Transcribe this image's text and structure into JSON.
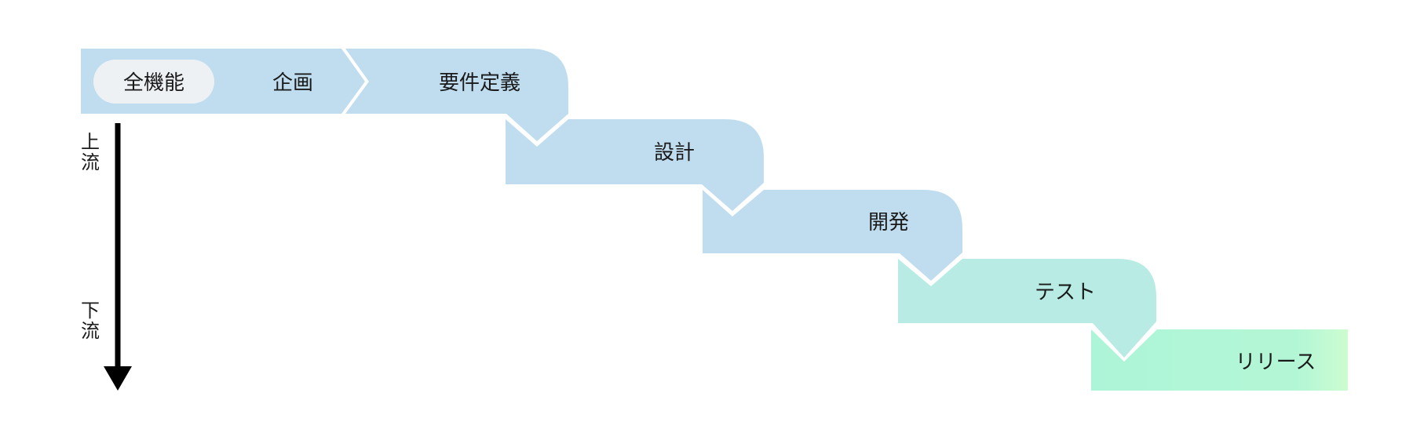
{
  "badge": {
    "label": "全機能"
  },
  "stages": [
    {
      "label": "企画"
    },
    {
      "label": "要件定義"
    },
    {
      "label": "設計"
    },
    {
      "label": "開発"
    },
    {
      "label": "テスト"
    },
    {
      "label": "リリース"
    }
  ],
  "flow": {
    "top_label_chars": [
      "上",
      "流"
    ],
    "bottom_label_chars": [
      "下",
      "流"
    ]
  },
  "colors": {
    "blue": "#c0ddef",
    "teal": "#b7ebe3",
    "mint": "#adf5d8",
    "light_green": "#ccfcd0",
    "badge": "#eef1f4",
    "arrow": "#000000",
    "divider": "#ffffff"
  }
}
